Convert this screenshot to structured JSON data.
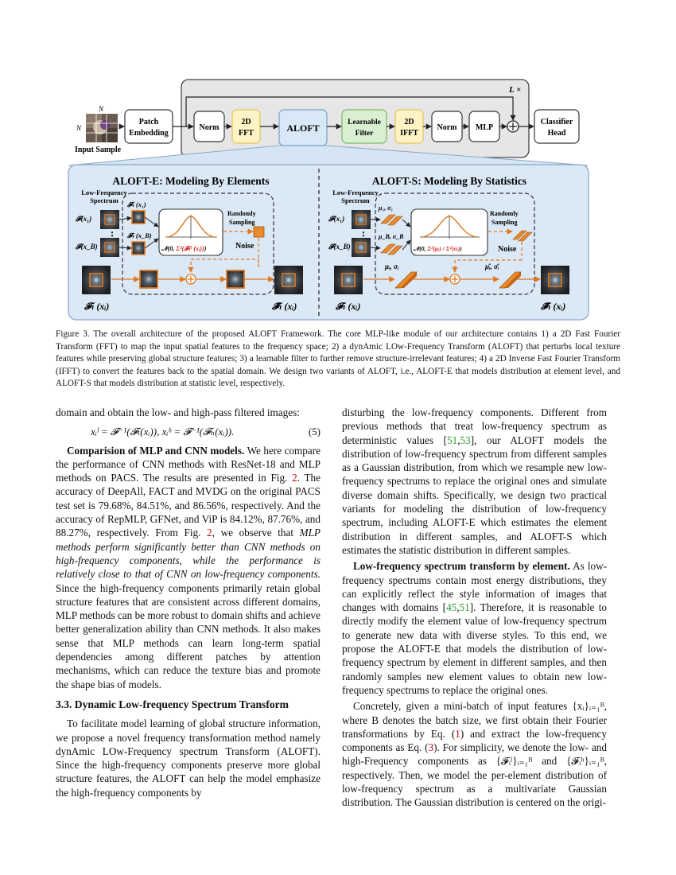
{
  "figure": {
    "top_labels": {
      "loop": "L ×",
      "n_top": "N",
      "n_left": "N",
      "input_sample": "Input Sample"
    },
    "pipeline": [
      {
        "key": "patch",
        "lines": [
          "Patch",
          "Embedding"
        ]
      },
      {
        "key": "norm1",
        "lines": [
          "Norm"
        ]
      },
      {
        "key": "fft",
        "lines": [
          "2D",
          "FFT"
        ]
      },
      {
        "key": "aloft",
        "lines": [
          "ALOFT"
        ]
      },
      {
        "key": "filter",
        "lines": [
          "Learnable",
          "Filter"
        ]
      },
      {
        "key": "ifft",
        "lines": [
          "2D",
          "IFFT"
        ]
      },
      {
        "key": "norm2",
        "lines": [
          "Norm"
        ]
      },
      {
        "key": "mlp",
        "lines": [
          "MLP"
        ]
      },
      {
        "key": "head",
        "lines": [
          "Classifier",
          "Head"
        ]
      }
    ],
    "plus": "+",
    "aloft_e": {
      "title": "ALOFT-E: Modeling By Elements",
      "spectrum_label": [
        "Low-Frequency",
        "Spectrum"
      ],
      "f_x1": "𝓕(x₁)",
      "f_xb": "𝓕(x_B)",
      "fl_x1": "𝓕ₗ (x₁)",
      "fl_xb": "𝓕ₗ (x_B)",
      "dots": "⋮",
      "normal_prefix": "𝒩(0, ",
      "normal_red": "Σ²(𝓕ₗᴵ (xᵢ))",
      "normal_suffix": ")",
      "sampling": [
        "Randomly",
        "Sampling"
      ],
      "noise": "Noise",
      "input_label": "𝓕ₗ (xᵢ)",
      "output_label": "𝓕̂ₗ (xᵢ)"
    },
    "aloft_s": {
      "title": "ALOFT-S: Modeling By Statistics",
      "spectrum_label": [
        "Low-Frequency",
        "Spectrum"
      ],
      "f_x1": "𝓕(x₁)",
      "f_xb": "𝓕(x_B)",
      "mu1": "μ₁, σ₁",
      "mub": "μ_B, σ_B",
      "dots": "⋮",
      "normal_prefix": "𝒩(0, ",
      "normal_red1": "Σ²(μᵢ)",
      "normal_sep": " / ",
      "normal_red2": "Σ²(σᵢ)",
      "normal_suffix": ")",
      "sampling": [
        "Randomly",
        "Sampling"
      ],
      "noise": "Noise",
      "mu_i": "μᵢ, σᵢ",
      "mu_hat": "μ̂ᵢ, σ̂ᵢ",
      "input_label": "𝓕ₗ (xᵢ)",
      "output_label": "𝓕̂ₗ (xᵢ)"
    },
    "caption": "Figure 3. The overall architecture of the proposed ALOFT Framework. The core MLP-like module of our architecture contains 1) a 2D Fast Fourier Transform (FFT) to map the input spatial features to the frequency space; 2) a dynAmic LOw-Frequency Transform (ALOFT) that perturbs local texture features while preserving global structure features; 3) a learnable filter to further remove structure-irrelevant features; 4) a 2D Inverse Fast Fourier Transform (IFFT) to convert the features back to the spatial domain. We design two variants of ALOFT, i.e., ALOFT-E that models distribution at element level, and ALOFT-S that models distribution at statistic level, respectively."
  },
  "left_col": {
    "p0": "domain and obtain the low- and high-pass filtered images:",
    "eq5": "xᵢˡ = 𝓕⁻¹(𝓕ₗ(xᵢ)),    xᵢʰ = 𝓕⁻¹(𝓕ₕ(xᵢ)).",
    "eq5_num": "(5)",
    "p1_head": "Comparision of MLP and CNN models.",
    "p1_a": " We here compare the performance of CNN methods with ResNet-18 and MLP methods on PACS. The results are presented in Fig. ",
    "p1_ref1": "2",
    "p1_b": ". The accuracy of DeepAll, FACT and MVDG on the original PACS test set is 79.68%, 84.51%, and 86.56%, respectively. And the accuracy of RepMLP, GFNet, and ViP is 84.12%, 87.76%, and 88.27%, respectively. From Fig. ",
    "p1_ref2": "2",
    "p1_c": ", we observe that ",
    "p1_em": "MLP methods perform significantly better than CNN methods on high-frequency components, while the performance is relatively close to that of CNN on low-frequency components.",
    "p1_d": " Since the high-frequency components primarily retain global structure features that are consistent across different domains, MLP methods can be more robust to domain shifts and achieve better generalization ability than CNN methods. It also makes sense that MLP methods can learn long-term spatial dependencies among different patches by attention mechanisms, which can reduce the texture bias and promote the shape bias of models.",
    "h33": "3.3. Dynamic Low-frequency Spectrum Transform",
    "p2": "To facilitate model learning of global structure information, we propose a novel frequency transformation method namely dynAmic LOw-Frequency spectrum Transform (ALOFT). Since the high-frequency components preserve more global structure features, the ALOFT can help the model emphasize the high-frequency components by"
  },
  "right_col": {
    "p0_a": "disturbing the low-frequency components. Different from previous methods that treat low-frequency spectrum as deterministic values [",
    "p0_c1": "51",
    "p0_sep": ",",
    "p0_c2": "53",
    "p0_b": "], our ALOFT models the distribution of low-frequency spectrum from different samples as a Gaussian distribution, from which we resample new low-frequency spectrums to replace the original ones and simulate diverse domain shifts. Specifically, we design two practical variants for modeling the distribution of low-frequency spectrum, including ALOFT-E which estimates the element distribution in different samples, and ALOFT-S which estimates the statistic distribution in different samples.",
    "p1_head": "Low-frequency spectrum transform by element.",
    "p1_a": " As low-frequency spectrums contain most energy distributions, they can explicitly reflect the style information of images that changes with domains [",
    "p1_c1": "45",
    "p1_sep": ",",
    "p1_c2": "51",
    "p1_b": "]. Therefore, it is reasonable to directly modify the element value of low-frequency spectrum to generate new data with diverse styles. To this end, we propose the ALOFT-E that models the distribution of low-frequency spectrum by element in different samples, and then randomly samples new element values to obtain new low-frequency spectrums to replace the original ones.",
    "p2_a": "Concretely, given a mini-batch of input features {xᵢ}ᵢ₌₁ᴮ, where B denotes the batch size, we first obtain their Fourier transformations by Eq. (",
    "p2_r1": "1",
    "p2_b": ") and extract the low-frequency components as Eq. (",
    "p2_r2": "3",
    "p2_c": "). For simplicity, we denote the low- and high-Frequency components as {𝓕ᵢˡ}ᵢ₌₁ᴮ and {𝓕ᵢʰ}ᵢ₌₁ᴮ, respectively. Then, we model the per-element distribution of low-frequency spectrum as a multivariate Gaussian distribution. The Gaussian distribution is centered on the origi-"
  }
}
